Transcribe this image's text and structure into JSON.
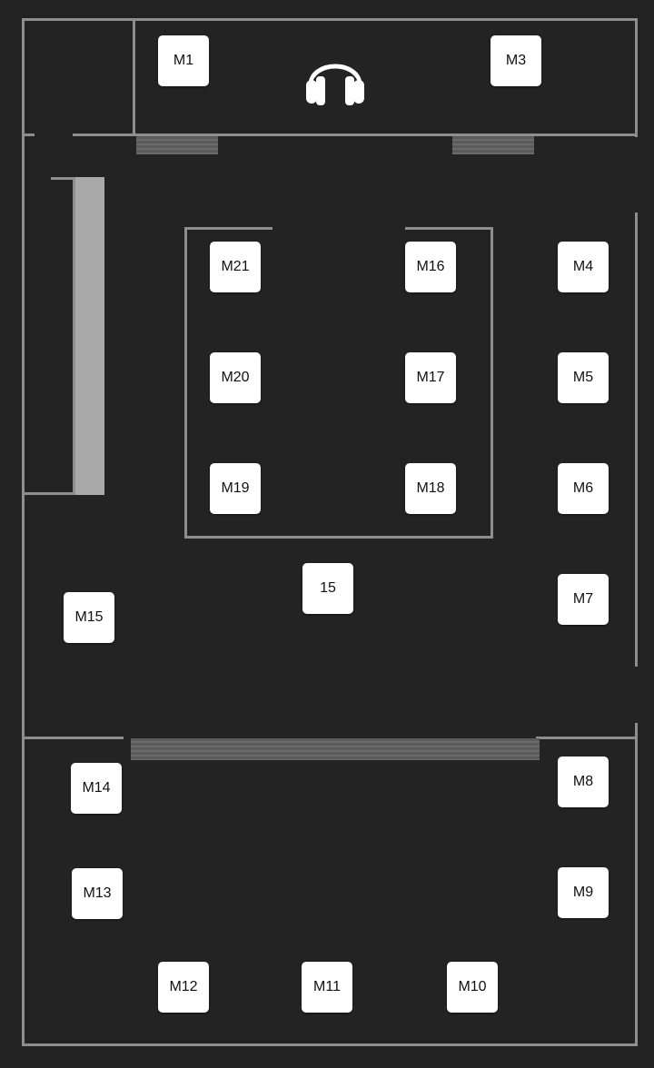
{
  "booths": {
    "m1": "M1",
    "m3": "M3",
    "m4": "M4",
    "m5": "M5",
    "m6": "M6",
    "m7": "M7",
    "m8": "M8",
    "m9": "M9",
    "m10": "M10",
    "m11": "M11",
    "m12": "M12",
    "m13": "M13",
    "m14": "M14",
    "m15": "M15",
    "m16": "M16",
    "m17": "M17",
    "m18": "M18",
    "m19": "M19",
    "m20": "M20",
    "m21": "M21",
    "b15": "15"
  },
  "icons": {
    "audio": "headphones-icon"
  },
  "colors": {
    "background": "#232323",
    "wall": "#8e8e8e",
    "booth": "#ffffff",
    "text": "#111111"
  }
}
